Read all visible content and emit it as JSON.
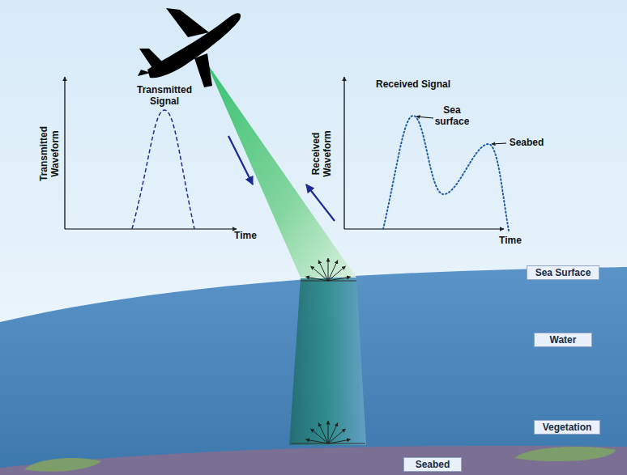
{
  "diagram": {
    "nodes": [
      {
        "text": [
          "Sea Surface"
        ]
      },
      {
        "text": [
          "Water"
        ]
      },
      {
        "text": [
          "Vegetation"
        ]
      },
      {
        "text": [
          "Seabed"
        ]
      }
    ],
    "labels": [
      "Transmitted Signal",
      "Transmitted Waveform",
      "Time",
      "Received Signal",
      "Received Waveform",
      "Sea surface",
      "Seabed",
      "Time"
    ]
  }
}
